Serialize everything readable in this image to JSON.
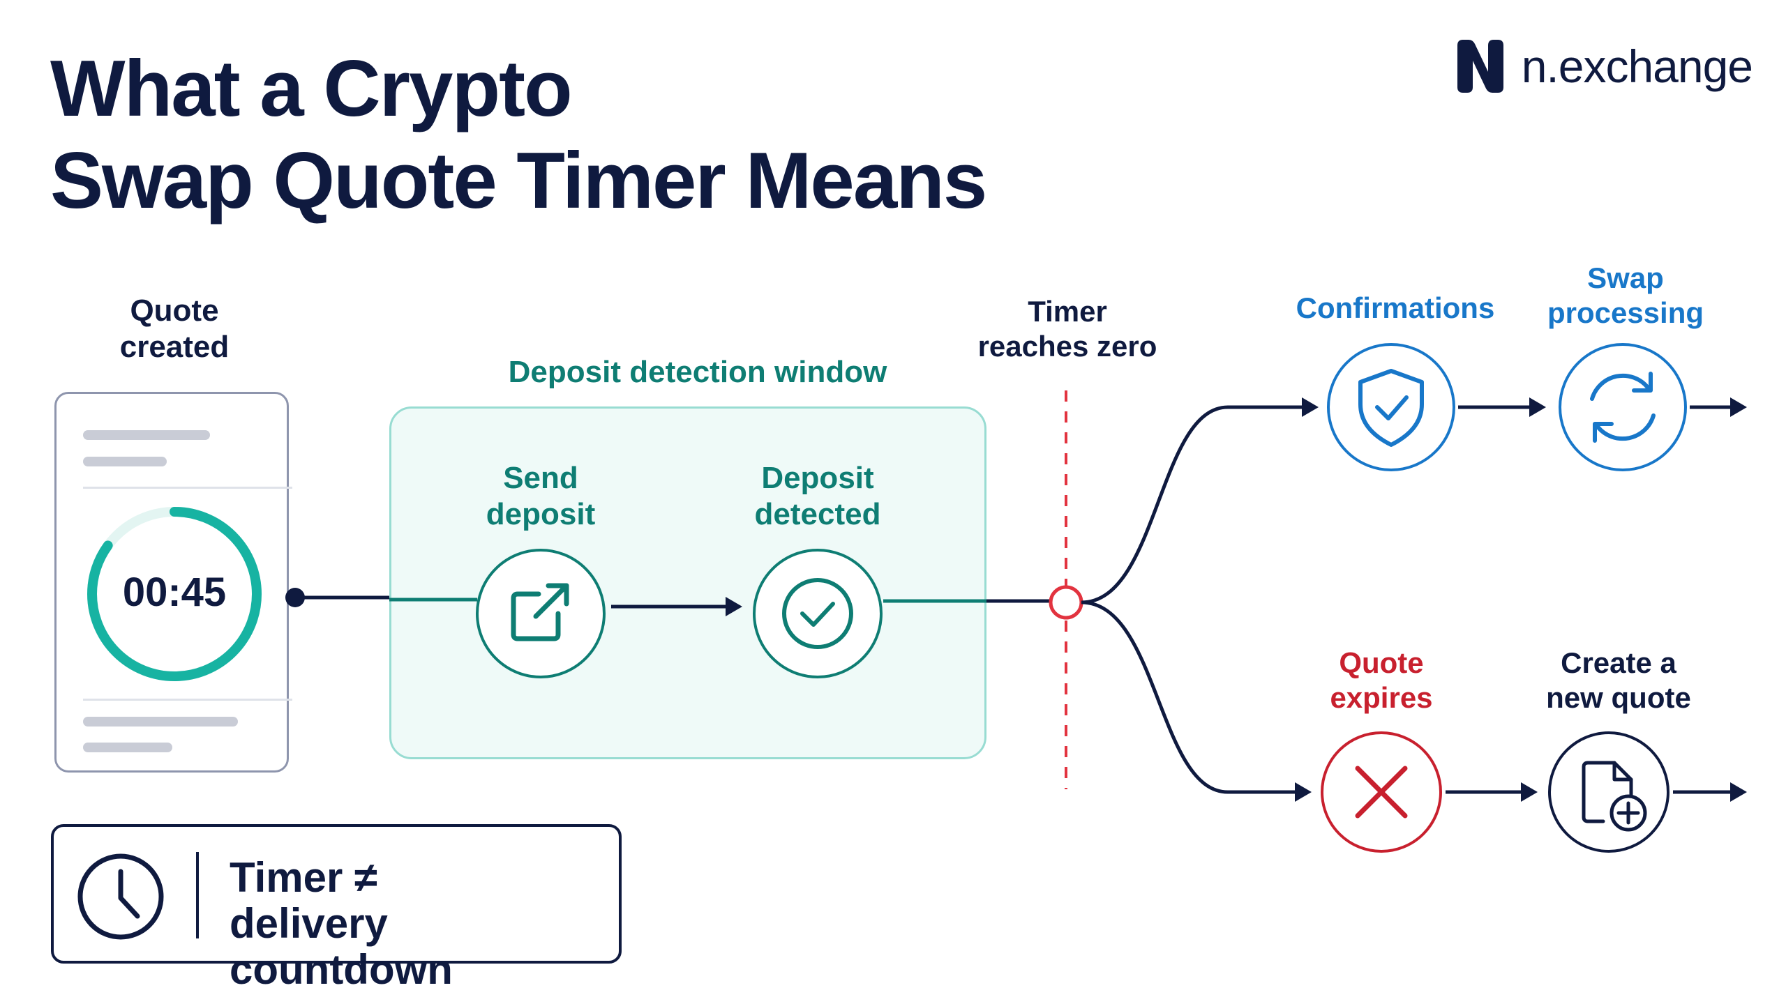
{
  "title": {
    "line1": "What a Crypto",
    "line2": "Swap Quote Timer Means"
  },
  "brand": {
    "name": "n.exchange"
  },
  "quote": {
    "label_line1": "Quote",
    "label_line2": "created",
    "timer": "00:45",
    "timer_progress": 0.85
  },
  "window": {
    "label": "Deposit detection window"
  },
  "steps": {
    "send": {
      "line1": "Send",
      "line2": "deposit",
      "icon": "external-link-icon"
    },
    "detected": {
      "line1": "Deposit",
      "line2": "detected",
      "icon": "check-circle-icon"
    }
  },
  "timer_zero": {
    "line1": "Timer",
    "line2": "reaches zero"
  },
  "branch_top": {
    "confirmations": {
      "label": "Confirmations",
      "icon": "shield-check-icon"
    },
    "processing": {
      "line1": "Swap",
      "line2": "processing",
      "icon": "refresh-icon"
    }
  },
  "branch_bottom": {
    "expires": {
      "line1": "Quote",
      "line2": "expires",
      "icon": "x-icon"
    },
    "new_quote": {
      "line1": "Create a",
      "line2": "new quote",
      "icon": "file-plus-icon"
    }
  },
  "note": {
    "line1": "Timer ≠",
    "line2": "delivery countdown",
    "icon": "clock-icon"
  },
  "colors": {
    "navy": "#0f1a3f",
    "teal": "#17b3a2",
    "teal_dark": "#0e7d73",
    "blue": "#1877c9",
    "red": "#c8202e"
  }
}
